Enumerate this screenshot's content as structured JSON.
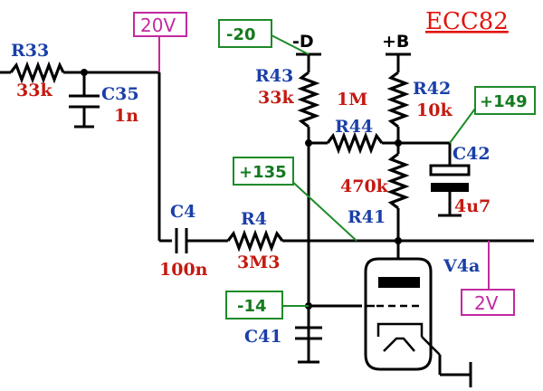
{
  "title": "ECC82",
  "rails": {
    "negative": "-D",
    "positive": "+B"
  },
  "components": {
    "R33": {
      "ref": "R33",
      "value": "33k"
    },
    "C35": {
      "ref": "C35",
      "value": "1n"
    },
    "R43": {
      "ref": "R43",
      "value": "33k"
    },
    "R44": {
      "ref": "R44",
      "value": "1M"
    },
    "R42": {
      "ref": "R42",
      "value": "10k"
    },
    "C42": {
      "ref": "C42",
      "value": "4u7"
    },
    "R41": {
      "ref": "R41",
      "value": "470k"
    },
    "C4": {
      "ref": "C4",
      "value": "100n"
    },
    "R4": {
      "ref": "R4",
      "value": "3M3"
    },
    "C41": {
      "ref": "C41"
    },
    "V4a": {
      "ref": "V4a"
    }
  },
  "test_points": {
    "tp_20v": "20V",
    "tp_neg20": "-20",
    "tp_149": "+149",
    "tp_135": "+135",
    "tp_neg14": "-14",
    "tp_2v": "2V"
  },
  "colors": {
    "ref": "#1a3fa8",
    "value": "#c41a12",
    "voltage_box": "#1e8a28",
    "ac_voltage_box": "#c22aa0",
    "title": "#e3130c"
  }
}
